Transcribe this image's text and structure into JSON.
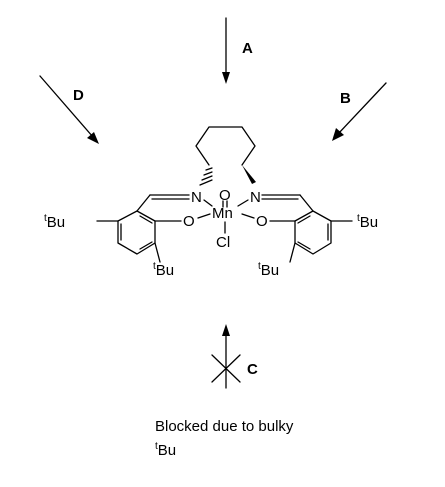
{
  "arrows": {
    "a": "A",
    "b": "B",
    "c": "C",
    "d": "D"
  },
  "atoms": {
    "n_left": "N",
    "n_right": "N",
    "o_top": "O",
    "mn": "Mn",
    "o_left": "O",
    "o_right": "O",
    "cl": "Cl",
    "tbu_left_sup": "t",
    "tbu_left_base": "Bu",
    "tbu_ll_sup": "t",
    "tbu_ll_base": "Bu",
    "tbu_right_sup": "t",
    "tbu_right_base": "Bu",
    "tbu_lr_sup": "t",
    "tbu_lr_base": "Bu"
  },
  "caption": {
    "line1": "Blocked due to bulky",
    "line2_sup": "t",
    "line2_base": "Bu"
  }
}
